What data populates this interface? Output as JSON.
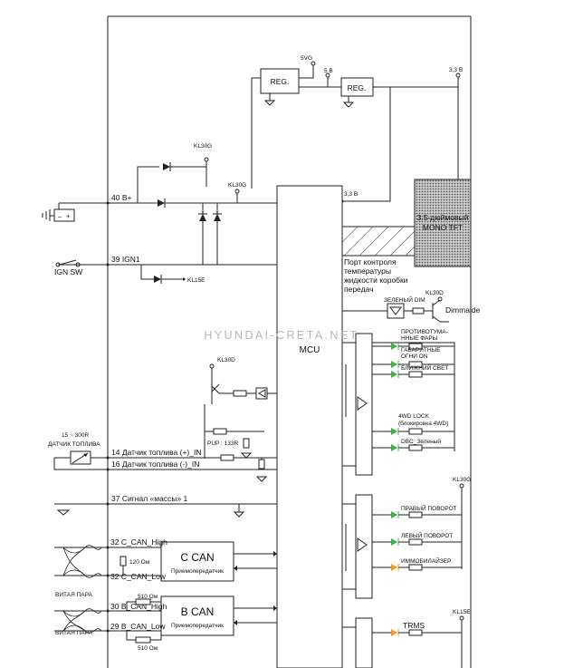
{
  "watermark": "HYUNDAI-CRETA.NET",
  "power": {
    "v5vg": "5VG",
    "v5": "5 В",
    "v33_top": "3,3 В",
    "v33_mid": "3,3 В",
    "reg1": "REG.",
    "reg2": "REG.",
    "kl30g_a": "KL30G",
    "kl30g_b": "KL30G",
    "kl15e": "KL15E"
  },
  "mcu": "MCU",
  "pins": {
    "p40": "40 B+",
    "p39": "39 IGN1",
    "ign_sw": "IGN SW",
    "p14": "14 Датчик топлива (+)_IN",
    "p16": "16 Датчик топлива (-)_IN",
    "p37": "37 Сигнал «массы» 1",
    "p32h": "32 C_CAN_High",
    "p32l": "32 C_CAN_Low",
    "p30": "30 B_CAN_High",
    "p29": "29 B_CAN_Low"
  },
  "fuel": {
    "range": "15 ~ 300R",
    "sensor": "ДАТЧИК ТОПЛИВА",
    "kl30d": "KL30D",
    "pup": "PUP : 133R"
  },
  "can": {
    "c_title": "C CAN",
    "c_sub": "Приемопередатчик",
    "b_title": "B CAN",
    "b_sub": "Приемопередатчик",
    "r120": "120 Ом",
    "r510a": "510 Ом",
    "r510b": "510 Ом",
    "twisted1": "ВИТАЯ ПАРА",
    "twisted2": "ВИТАЯ ПАРА"
  },
  "display": {
    "tft1": "3.5-дюймовый",
    "tft2": "MONO TFT",
    "port1": "Порт контроля",
    "port2": "температуры",
    "port3": "жидкости коробки",
    "port4": "передач"
  },
  "dimm": {
    "green_dim": "ЗЕЛЕНЫЙ DIM",
    "kl30d": "KL30D",
    "dimmalde": "Dimmalde"
  },
  "indicators": {
    "fog1": "ПРОТИВОТУМА-",
    "fog2": "ННЫЕ ФАРЫ",
    "gab1": "ГАБАРИТНЫЕ",
    "gab2": "ОГНИ ON",
    "low_beam": "БЛИЖНИЙ СВЕТ",
    "lock1": "4WD LOCK",
    "lock2": "(блокировка 4WD)",
    "dbc": "DBC_Зеленый",
    "kl30g": "KL30G",
    "right": "ПРАВЫЙ ПОВОРОТ",
    "left": "ЛЕВЫЙ ПОВОРОТ",
    "immo": "ИММОБИЛАЙЗЕР",
    "kl15e": "KL15E",
    "trms": "TRMS"
  },
  "colors": {
    "led_green": "#3cb043",
    "led_orange": "#f29a1f"
  }
}
